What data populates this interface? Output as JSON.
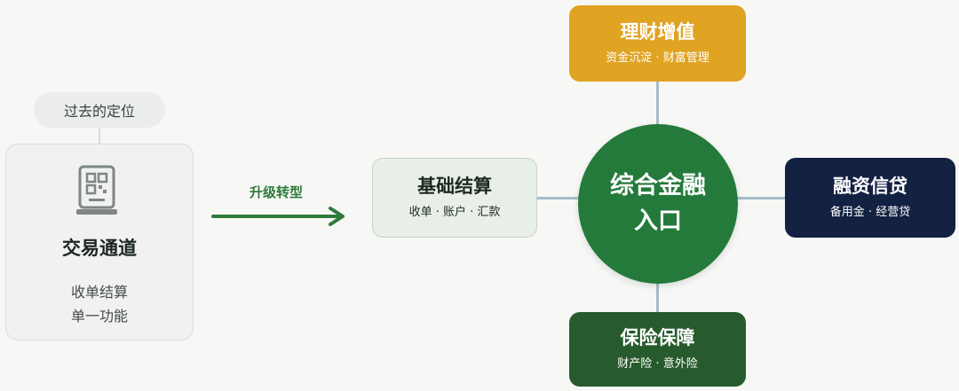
{
  "past": {
    "tag": "过去的定位",
    "title": "交易通道",
    "sub1": "收单结算",
    "sub2": "单一功能"
  },
  "arrow": {
    "label": "升级转型"
  },
  "basic": {
    "title": "基础结算",
    "sub": "收单 · 账户 · 汇款"
  },
  "hub": {
    "line1": "综合金融",
    "line2": "入口"
  },
  "finance": {
    "title": "理财增值",
    "sub": "资金沉淀 · 财富管理"
  },
  "credit": {
    "title": "融资信贷",
    "sub": "备用金 · 经营贷"
  },
  "insurance": {
    "title": "保险保障",
    "sub": "财产险 · 意外险"
  },
  "colors": {
    "hub": "#237a3b",
    "finance": "#e0a322",
    "credit": "#132142",
    "insurance": "#275a2c",
    "arrow": "#2f7a3a",
    "connector": "#a5bccb"
  },
  "icons": {
    "legacy": "pos-terminal-icon",
    "arrow": "arrow-right-icon"
  }
}
